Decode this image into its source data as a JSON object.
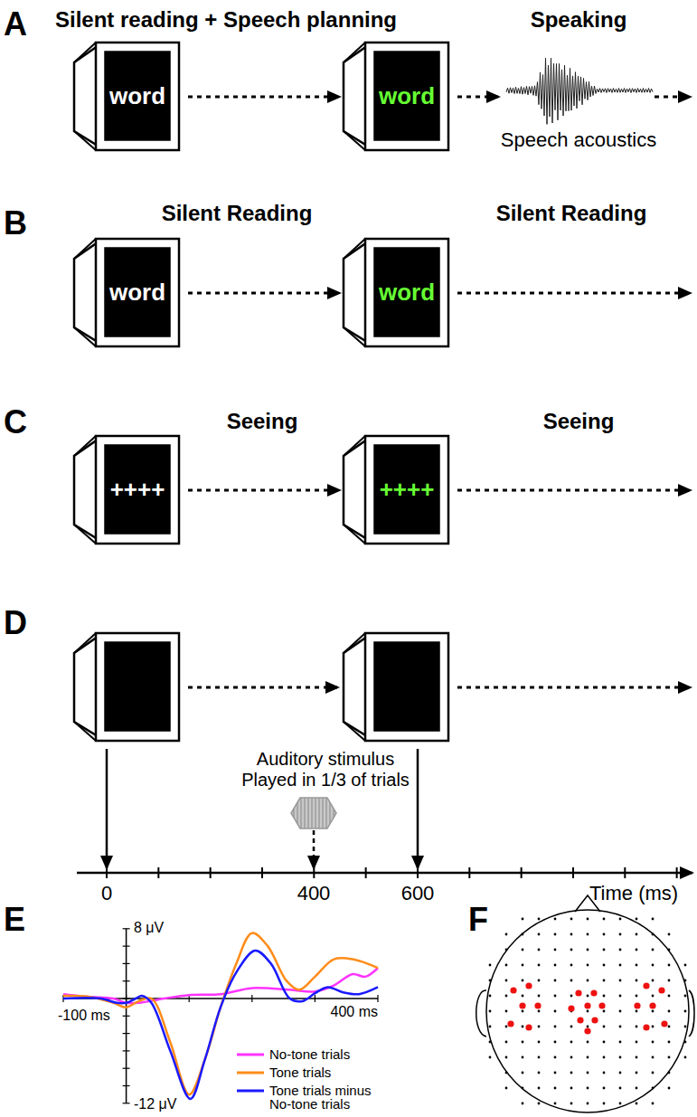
{
  "diagram": {
    "nodes": [
      {
        "text": [
          "word"
        ]
      },
      {
        "text": [
          "word"
        ]
      },
      {
        "text": [
          "word"
        ]
      },
      {
        "text": [
          "word"
        ]
      },
      {
        "text": [
          "++++"
        ]
      },
      {
        "text": [
          "++++"
        ]
      }
    ],
    "edges": [
      {
        "from": 0,
        "to": 1,
        "arrow": "to"
      },
      {
        "from": 2,
        "to": 3,
        "arrow": "to"
      },
      {
        "from": 4,
        "to": 5,
        "arrow": "to"
      }
    ],
    "labels": [
      "A",
      "Silent reading + Speech planning",
      "Speaking",
      "Speech acoustics",
      "B",
      "Silent Reading",
      "Silent Reading",
      "C",
      "Seeing",
      "Seeing",
      "D",
      "Auditory stimulus Played in 1/3 of trials",
      "0",
      "400",
      "600",
      "Time (ms)",
      "E",
      "8 μV",
      "-100 ms",
      "400 ms",
      "-12 μV",
      "F"
    ],
    "legend": [
      {
        "text": "No-tone trials",
        "color": "#ff33ff"
      },
      {
        "text": "Tone trials",
        "color": "#ff8c1a"
      },
      {
        "text": "Tone trials minus No-tone trials",
        "color": "#1a1aff"
      }
    ]
  }
}
